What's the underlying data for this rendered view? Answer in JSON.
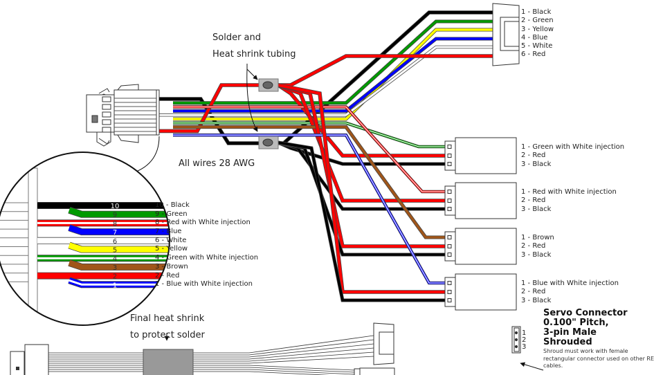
{
  "title": "REV wiring harness diagram",
  "callouts": {
    "solder_line1": "Solder and",
    "solder_line2": "Heat shrink tubing",
    "awg": "All wires 28 AWG",
    "final_line1": "Final heat shrink",
    "final_line2": "to protect solder"
  },
  "colors": {
    "black": "#000000",
    "green": "#009a00",
    "red": "#ff0000",
    "blue": "#0000ff",
    "white": "#ffffff",
    "yellow": "#ffff00",
    "brown": "#a0561a",
    "outline": "#555555",
    "heatshrink": "#bbbbbb"
  },
  "main_connector_pins": [
    {
      "num": "10",
      "label": "10 - Black",
      "color": "black",
      "stripe": null
    },
    {
      "num": "9",
      "label": "9 - Green",
      "color": "green",
      "stripe": null
    },
    {
      "num": "8",
      "label": "8 - Red with White injection",
      "color": "red",
      "stripe": "white"
    },
    {
      "num": "7",
      "label": "7 - Blue",
      "color": "blue",
      "stripe": null
    },
    {
      "num": "6",
      "label": "6 - White",
      "color": "white",
      "stripe": null
    },
    {
      "num": "5",
      "label": "5 - Yellow",
      "color": "yellow",
      "stripe": null
    },
    {
      "num": "4",
      "label": "4 - Green with White injection",
      "color": "green",
      "stripe": "white"
    },
    {
      "num": "3",
      "label": "3 - Brown",
      "color": "brown",
      "stripe": null
    },
    {
      "num": "2",
      "label": "2 - Red",
      "color": "red",
      "stripe": null
    },
    {
      "num": "1",
      "label": "1 - Blue with White injection",
      "color": "blue",
      "stripe": "white"
    }
  ],
  "six_pin_connector": {
    "pins": [
      {
        "label": "1 - Black",
        "color": "black"
      },
      {
        "label": "2 - Green",
        "color": "green"
      },
      {
        "label": "3 - Yellow",
        "color": "yellow"
      },
      {
        "label": "4 - Blue",
        "color": "blue"
      },
      {
        "label": "5 - White",
        "color": "white"
      },
      {
        "label": "6 - Red",
        "color": "red"
      }
    ]
  },
  "servo_connectors": [
    {
      "pins": [
        "1 - Green with White injection",
        "2 - Red",
        "3 - Black"
      ],
      "signal_color": "green"
    },
    {
      "pins": [
        "1 - Red with White injection",
        "2 - Red",
        "3 - Black"
      ],
      "signal_color": "red"
    },
    {
      "pins": [
        "1 - Brown",
        "2 - Red",
        "3 - Black"
      ],
      "signal_color": "brown"
    },
    {
      "pins": [
        "1 - Blue with White injection",
        "2 - Red",
        "3 - Black"
      ],
      "signal_color": "blue"
    }
  ],
  "servo_spec": {
    "title_lines": [
      "Servo Connector",
      "0.100\" Pitch,",
      "3-pin Male",
      "Shrouded"
    ],
    "note": "Shroud must work with female rectangular connector used on other REV cables.",
    "pin_numbers": [
      "1",
      "2",
      "3"
    ]
  }
}
